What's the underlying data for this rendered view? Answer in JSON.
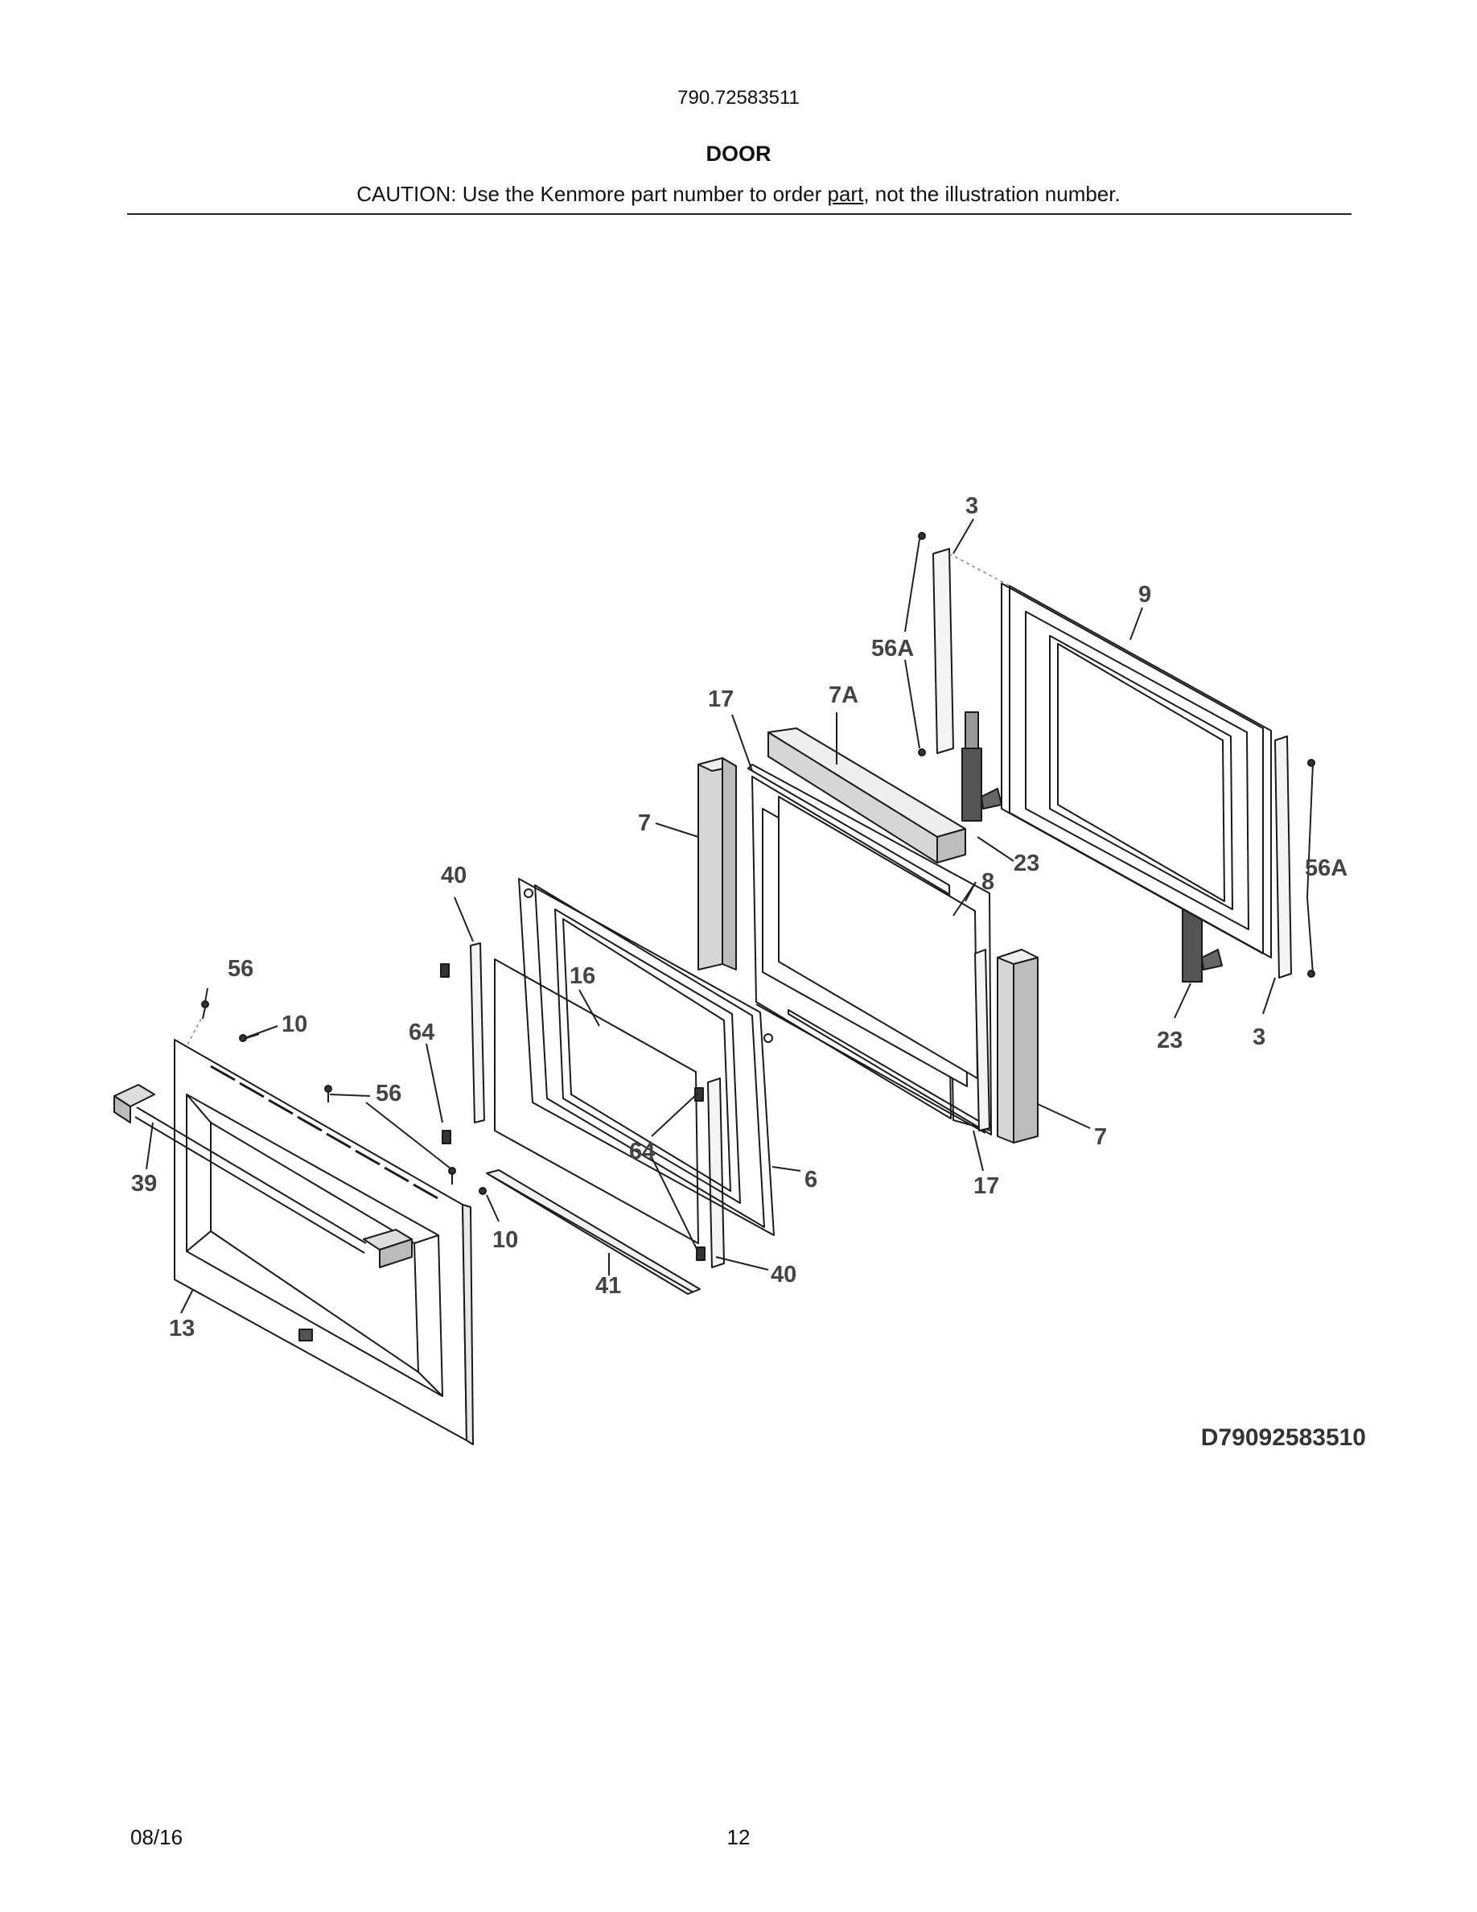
{
  "header": {
    "model_number": "790.72583511",
    "section_title": "DOOR",
    "caution_prefix": "CAUTION: Use the Kenmore part number to order ",
    "caution_underlined": "part",
    "caution_suffix": ", not the illustration number."
  },
  "diagram": {
    "drawing_code": "D79092583510",
    "callouts": [
      "3",
      "9",
      "56A",
      "17",
      "7A",
      "7",
      "23",
      "8",
      "56A",
      "40",
      "56",
      "16",
      "10",
      "64",
      "23",
      "3",
      "56",
      "7",
      "39",
      "64",
      "6",
      "17",
      "10",
      "40",
      "41",
      "13"
    ]
  },
  "footer": {
    "date": "08/16",
    "page_number": "12"
  }
}
